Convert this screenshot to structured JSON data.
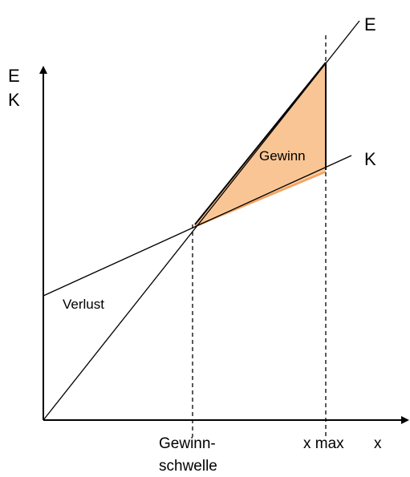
{
  "labels": {
    "y_axis_line1": "E",
    "y_axis_line2": "K",
    "x_axis": "x",
    "line_e": "E",
    "line_k": "K",
    "gewinn": "Gewinn",
    "verlust": "Verlust",
    "break_even_line1": "Gewinn-",
    "break_even_line2": "schwelle",
    "x_max": "x max"
  },
  "colors": {
    "profit_fill": "#f9c594",
    "profit_edge": "#f4a460",
    "lines": "#000000"
  }
}
